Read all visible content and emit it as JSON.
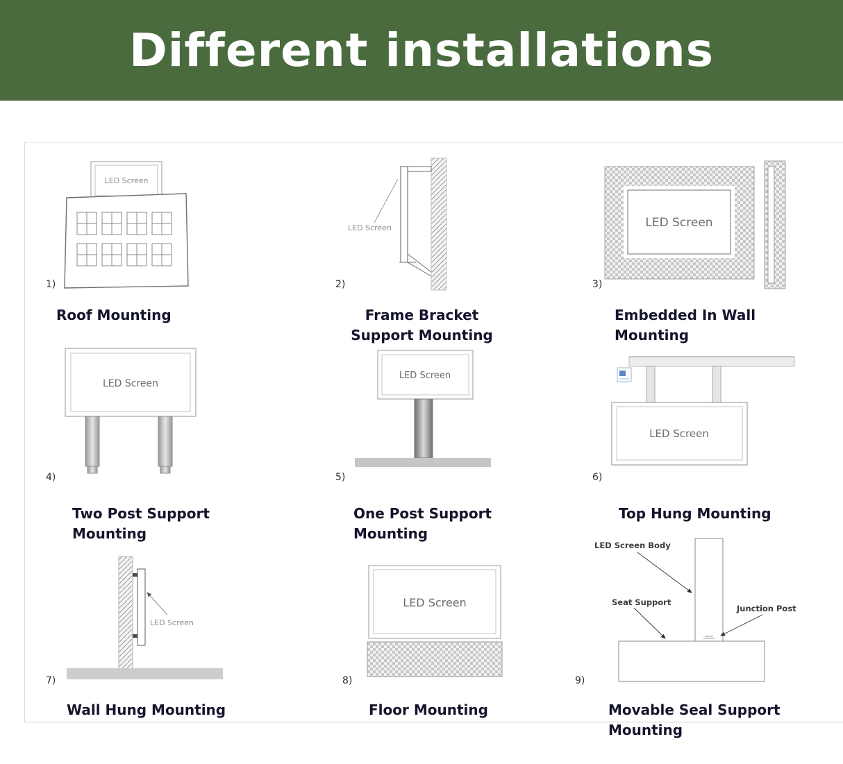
{
  "header": {
    "title": "Different installations"
  },
  "colors": {
    "header_bg": "#4a6b3e",
    "caption_text": "#14142c"
  },
  "diagrams": {
    "roof": {
      "number": "1)",
      "screen_label": "LED Screen",
      "caption_lines": [
        "Roof Mounting"
      ]
    },
    "frame_bracket": {
      "number": "2)",
      "screen_label": "LED Screen",
      "caption_lines": [
        "Frame Bracket",
        "Support Mounting"
      ]
    },
    "embedded": {
      "number": "3)",
      "screen_label": "LED Screen",
      "caption_lines": [
        "Embedded In Wall",
        "Mounting"
      ]
    },
    "two_post": {
      "number": "4)",
      "screen_label": "LED Screen",
      "caption_lines": [
        "Two Post Support",
        "Mounting"
      ]
    },
    "one_post": {
      "number": "5)",
      "screen_label": "LED Screen",
      "caption_lines": [
        "One Post Support",
        "Mounting"
      ]
    },
    "top_hung": {
      "number": "6)",
      "screen_label": "LED Screen",
      "caption_lines": [
        "Top Hung Mounting"
      ]
    },
    "wall_hung": {
      "number": "7)",
      "screen_label": "LED Screen",
      "caption_lines": [
        "Wall Hung Mounting"
      ]
    },
    "floor": {
      "number": "8)",
      "screen_label": "LED Screen",
      "caption_lines": [
        "Floor Mounting"
      ]
    },
    "movable_seal": {
      "number": "9)",
      "part_labels": {
        "body": "LED Screen Body",
        "seat": "Seat Support",
        "junction": "Junction Post"
      },
      "caption_lines": [
        "Movable Seal Support",
        "Mounting"
      ]
    }
  }
}
